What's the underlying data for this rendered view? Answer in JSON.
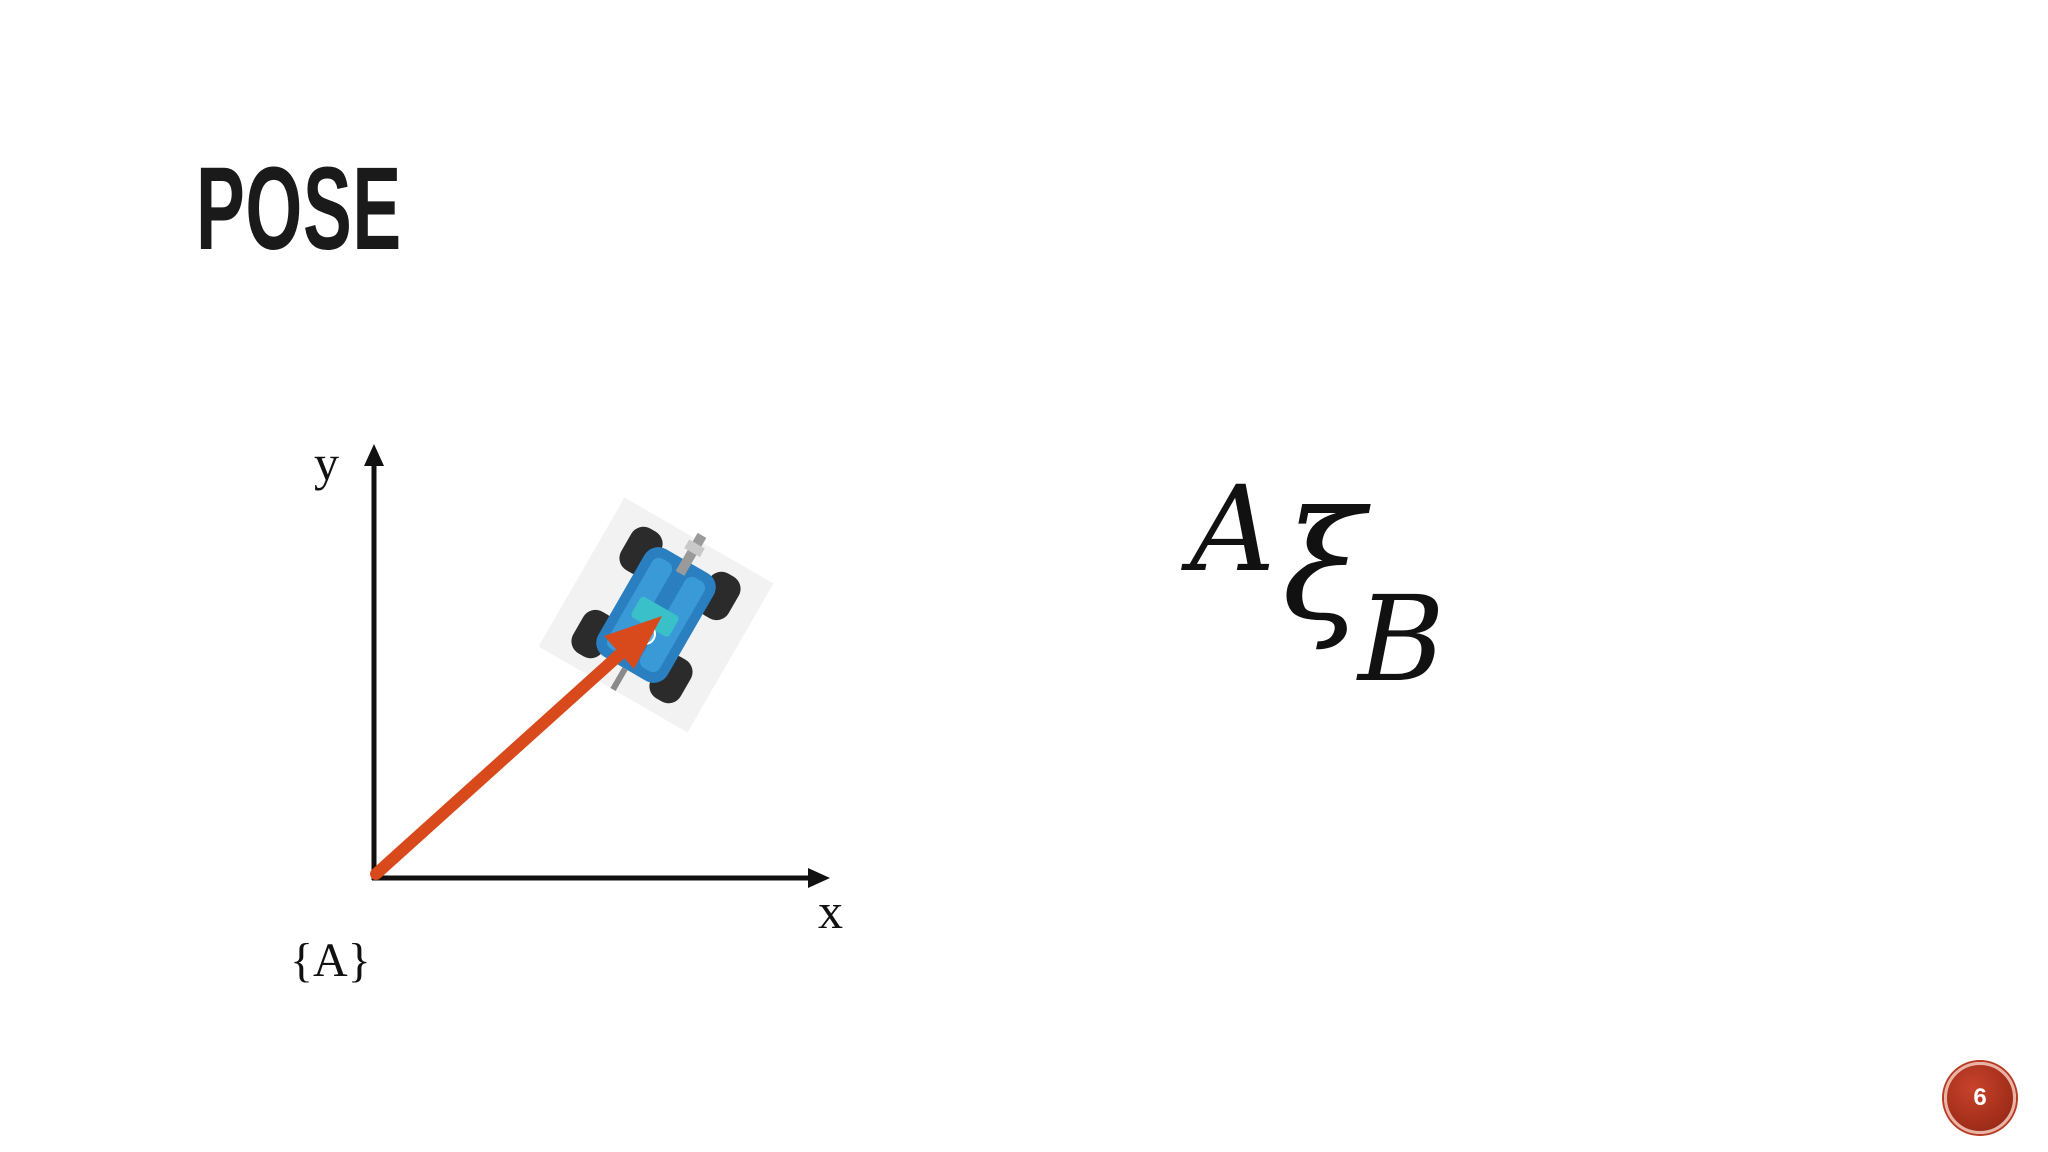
{
  "slide": {
    "title": "POSE",
    "page_number": "6"
  },
  "diagram": {
    "x_label": "x",
    "y_label": "y",
    "frame_label": "{A}",
    "arrow_color": "#d84a1b",
    "robot_color": "#2a7fc1"
  },
  "formula": {
    "superscript": "A",
    "symbol": "ξ",
    "subscript": "B"
  }
}
